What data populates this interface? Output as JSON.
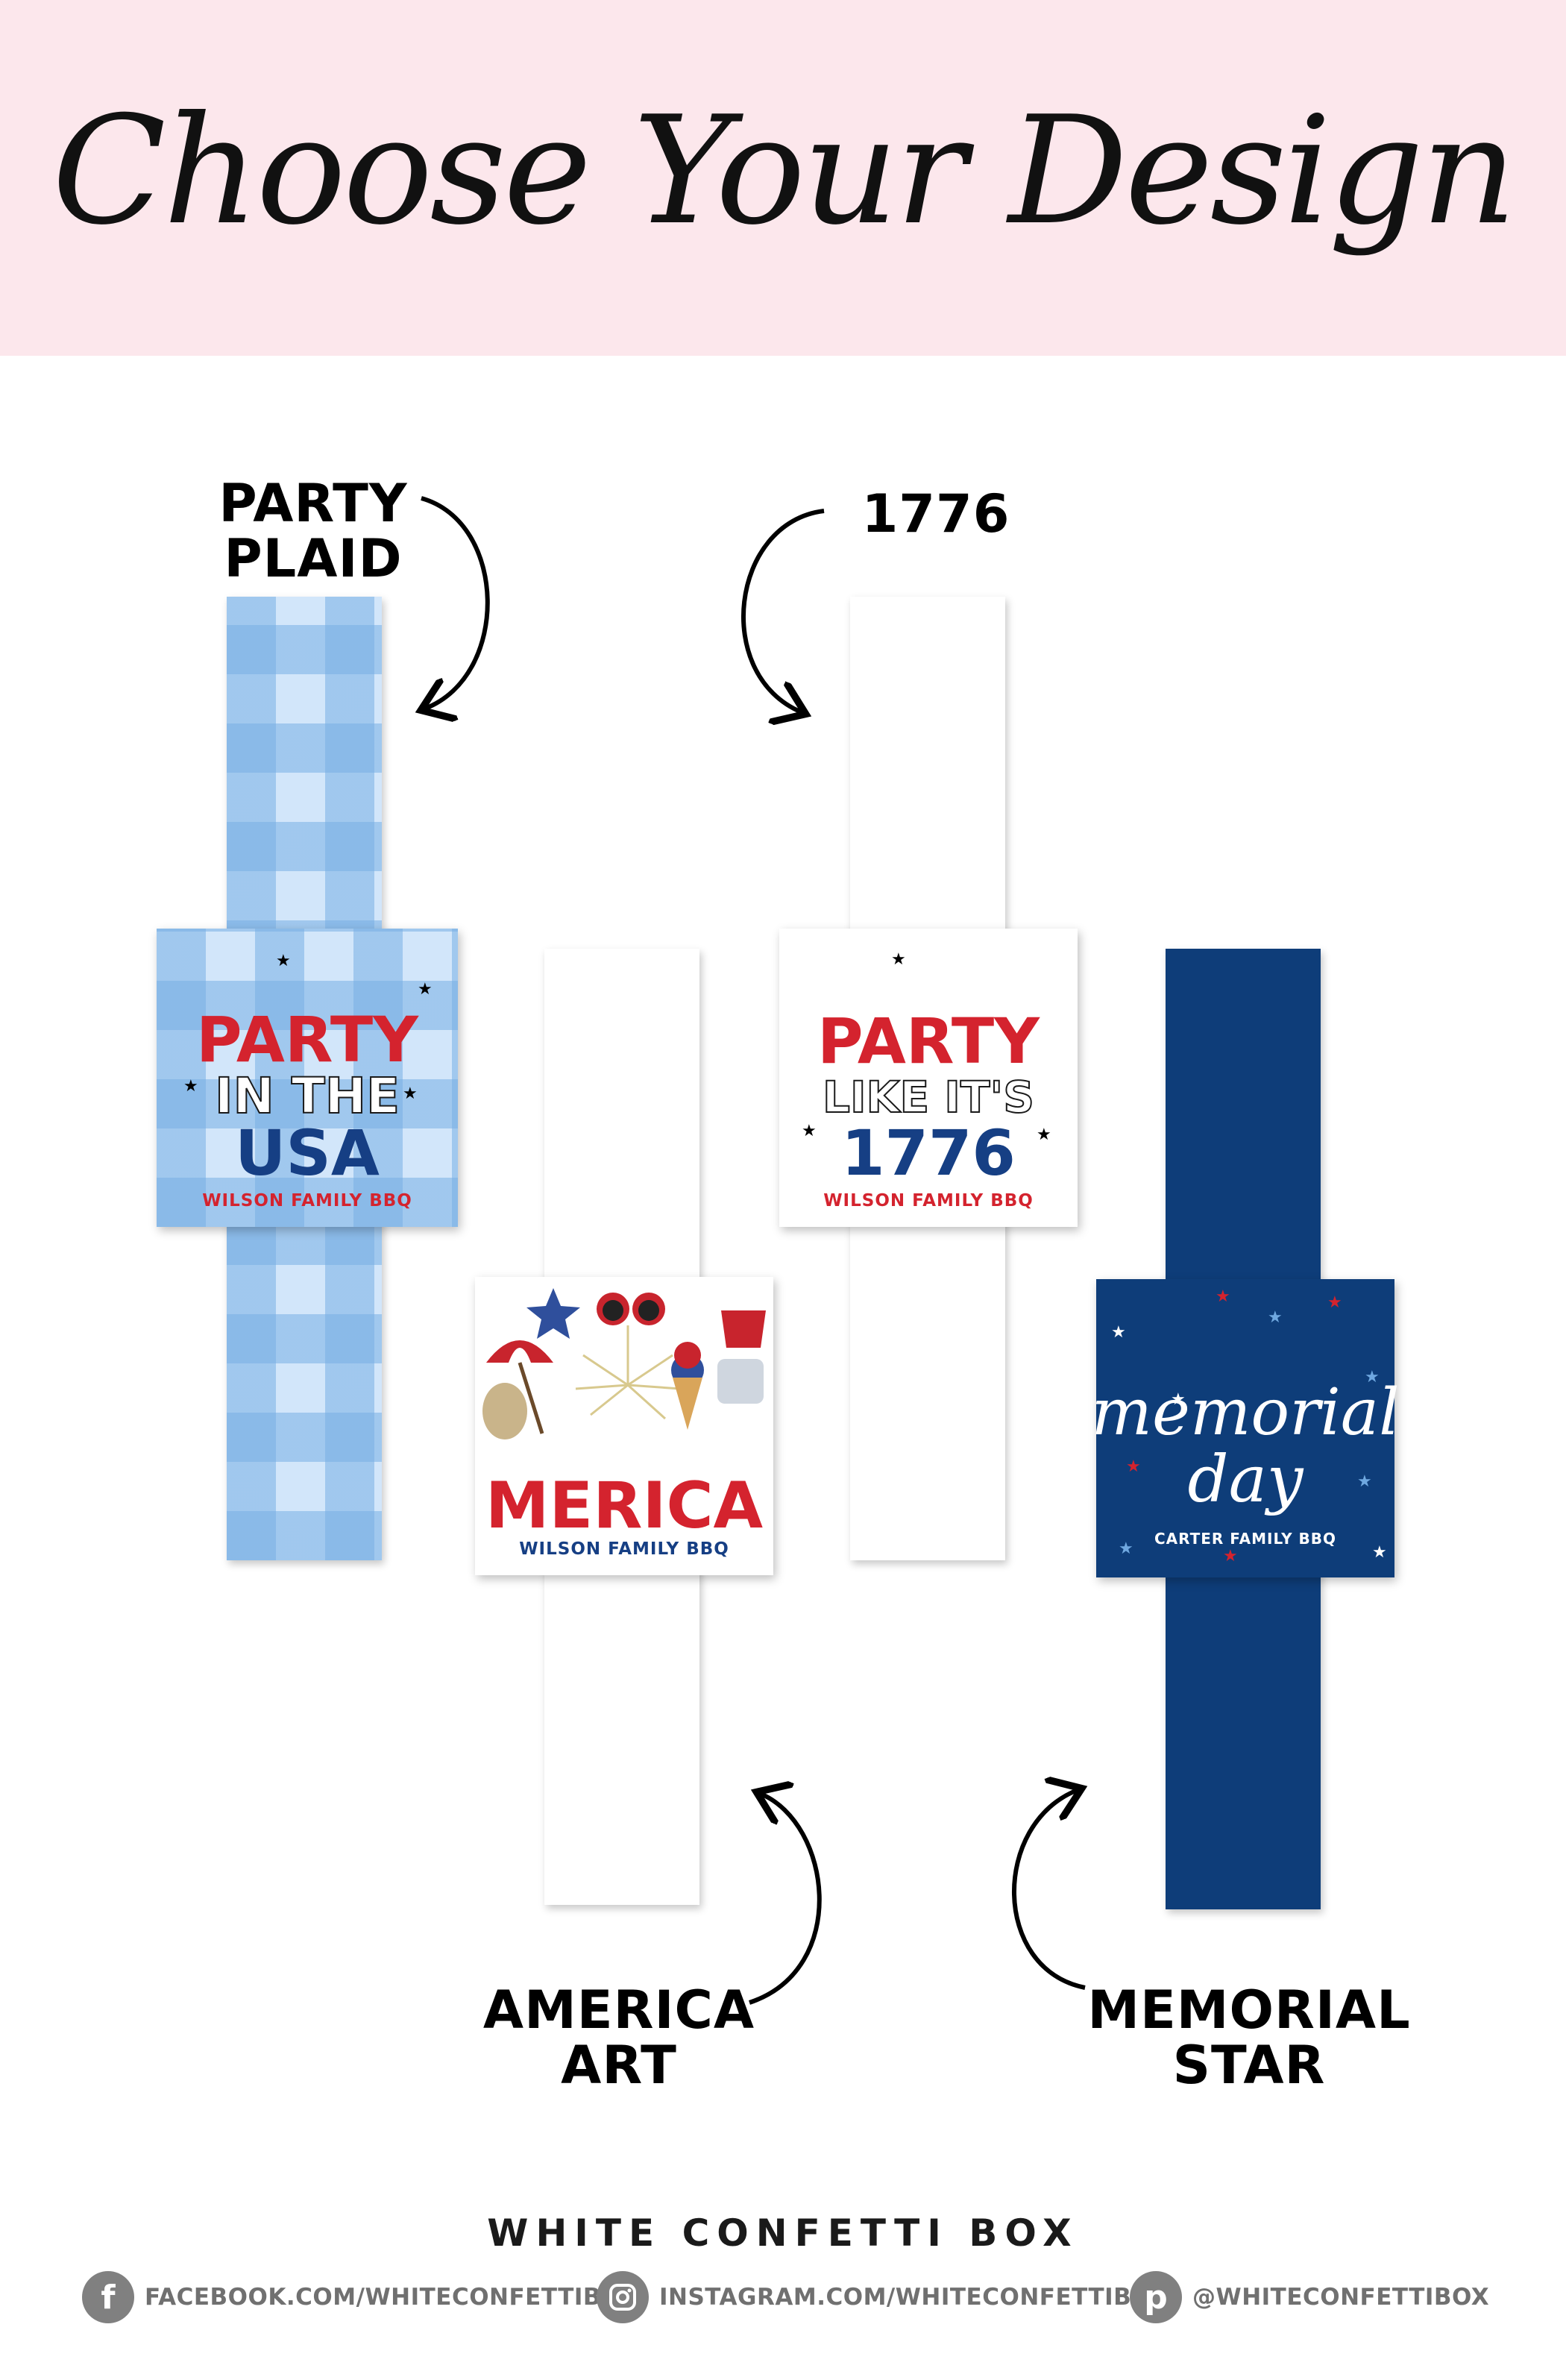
{
  "header": {
    "title": "Choose Your Design"
  },
  "designs": {
    "party_plaid": {
      "label": "PARTY\nPLAID",
      "card_line1": "PARTY",
      "card_line2": "IN THE",
      "card_line3": "USA",
      "family": "WILSON FAMILY BBQ"
    },
    "seventeen_seventy_six": {
      "label": "1776",
      "card_line1": "PARTY",
      "card_line2": "LIKE IT'S",
      "card_line3": "1776",
      "family": "WILSON FAMILY BBQ"
    },
    "america_art": {
      "label": "AMERICA\nART",
      "card_line1": "MERICA",
      "family": "WILSON FAMILY BBQ"
    },
    "memorial_star": {
      "label": "MEMORIAL\nSTAR",
      "card_line1": "memorial",
      "card_line2": "day",
      "family": "CARTER FAMILY BBQ"
    }
  },
  "footer": {
    "brand": "WHITE CONFETTI BOX",
    "facebook": {
      "icon": "facebook-icon",
      "text": "FACEBOOK.COM/WHITECONFETTIBOX"
    },
    "instagram": {
      "icon": "instagram-icon",
      "text": "INSTAGRAM.COM/WHITECONFETTIBOX"
    },
    "pinterest": {
      "icon": "pinterest-icon",
      "text": "@WHITECONFETTIBOX"
    }
  },
  "colors": {
    "header_bg": "#fce7ec",
    "red": "#d4232e",
    "navy": "#163f84",
    "plaid_light": "#d2e6fa",
    "plaid_dark": "#78afe4",
    "memorial_bg": "#0e3d79",
    "footer_gray": "#707070"
  }
}
